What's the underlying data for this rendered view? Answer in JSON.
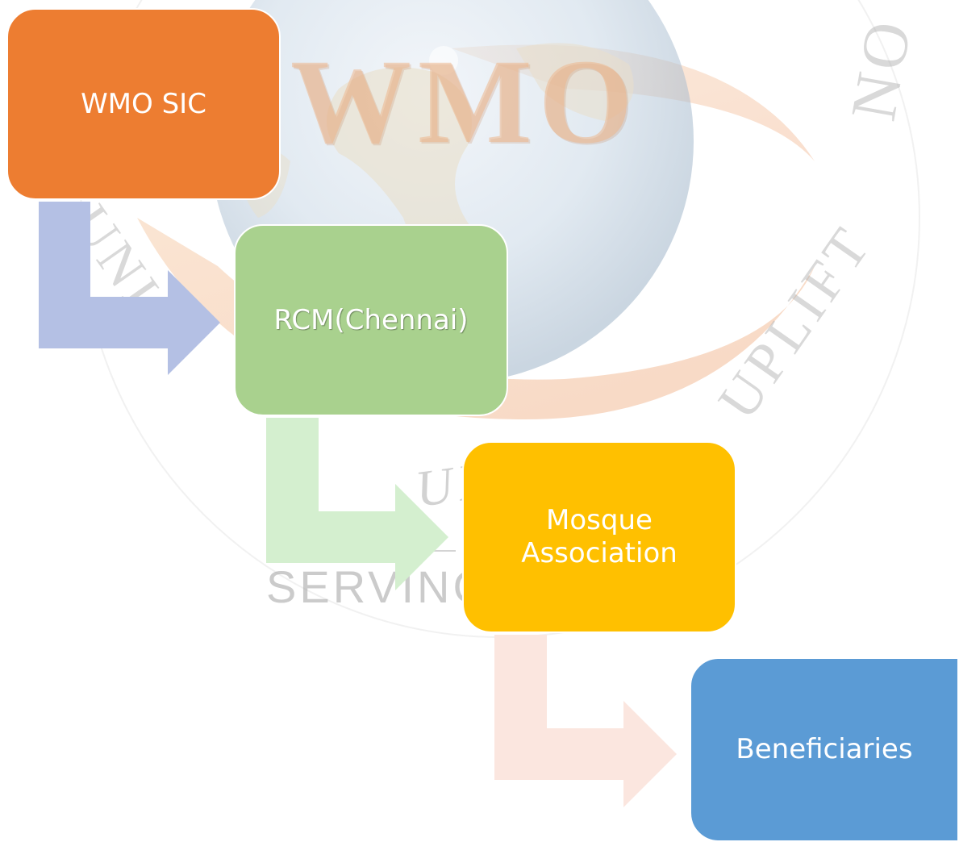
{
  "watermark": {
    "logo_letters": "WMO",
    "serving_text": "SERVING",
    "uph_text": "UPH",
    "uplift_text": "UPLIFT",
    "uni_text": "UNI",
    "no_text": "NO",
    "colors": {
      "globe_ocean": "#bcd3e8",
      "globe_land": "#e6dcc7",
      "swoosh": "#f3c8a5"
    }
  },
  "diagram": {
    "nodes": [
      {
        "id": "wmo-sic",
        "label": "WMO SIC",
        "color": "#ed7d31"
      },
      {
        "id": "rcm",
        "label": "RCM(Chennai)",
        "color": "#a9d18e"
      },
      {
        "id": "mosque",
        "label": "Mosque Association",
        "color": "#ffc000"
      },
      {
        "id": "beneficiaries",
        "label": "Beneficiaries",
        "color": "#5b9bd5"
      }
    ],
    "connectors": [
      {
        "from": "wmo-sic",
        "to": "rcm",
        "color": "#b4c0e4"
      },
      {
        "from": "rcm",
        "to": "mosque",
        "color": "#d4efcf"
      },
      {
        "from": "mosque",
        "to": "beneficiaries",
        "color": "#fbe6df"
      }
    ]
  }
}
